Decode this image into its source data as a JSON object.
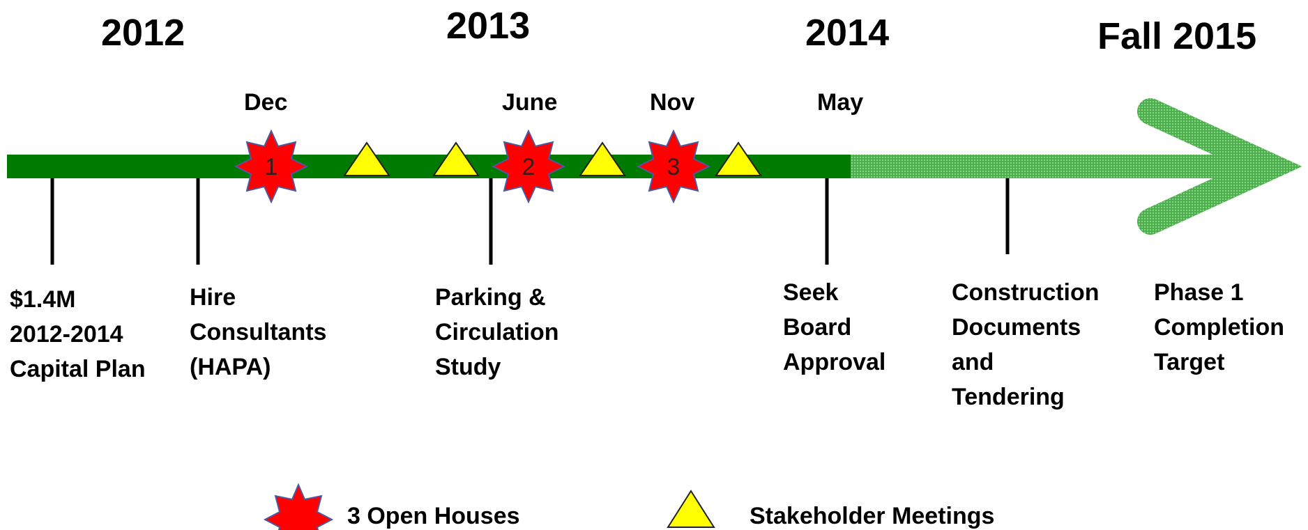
{
  "years": [
    "2012",
    "2013",
    "2014",
    "Fall 2015"
  ],
  "months": [
    "Dec",
    "June",
    "Nov",
    "May"
  ],
  "milestones": [
    {
      "lines": [
        "$1.4M",
        "2012-2014",
        "Capital Plan"
      ]
    },
    {
      "lines": [
        "Hire",
        "Consultants",
        "(HAPA)"
      ]
    },
    {
      "lines": [
        "Parking &",
        "Circulation",
        "Study"
      ]
    },
    {
      "lines": [
        "Seek",
        "Board",
        "Approval"
      ]
    },
    {
      "lines": [
        "Construction",
        "Documents",
        "and",
        "Tendering"
      ]
    },
    {
      "lines": [
        "Phase 1",
        "Completion",
        "Target"
      ]
    }
  ],
  "open_houses": [
    "1",
    "2",
    "3"
  ],
  "legend": {
    "open_houses": "3 Open Houses",
    "stakeholder_meetings": "Stakeholder Meetings"
  },
  "colors": {
    "timeline_green": "#007a00",
    "future_green": "#5fbf5f",
    "star_red": "#ff0000",
    "star_text": "#3a1a1a",
    "triangle_yellow": "#ffff00"
  }
}
